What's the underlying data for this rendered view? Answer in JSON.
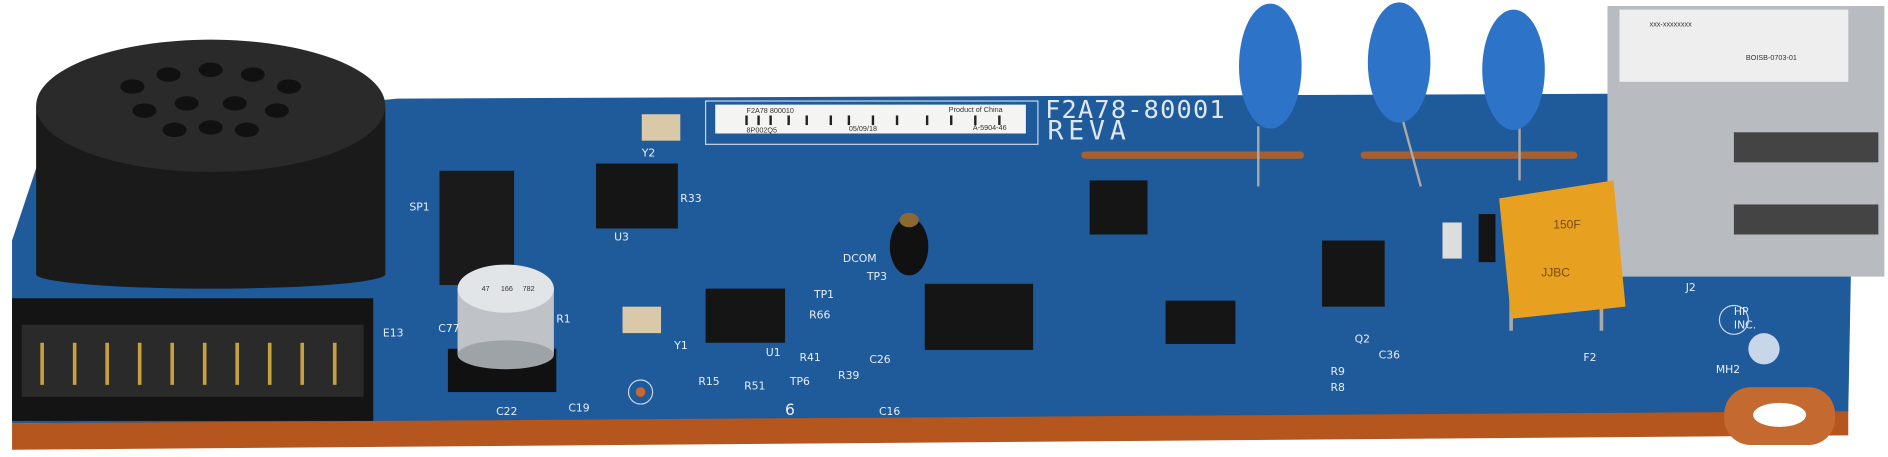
{
  "board": {
    "part_number": "F2A78-80001",
    "revision": "REVA",
    "colors": {
      "pcb": "#1f5a9a",
      "edge": "#b5561f",
      "varistor": "#2d74c8",
      "fuse": "#e8a020"
    }
  },
  "barcode_label": {
    "part": "F2A78 800010",
    "origin": "Product of China",
    "serial": "8P002Q5",
    "date": "05/09/18",
    "code": "A-5904-46"
  },
  "capacitor_marking": [
    "47",
    "166",
    "782"
  ],
  "fuse_marking": [
    "150F",
    "JJBC"
  ],
  "jack_label": [
    "xxx-xxxxxxxx",
    "BOISB-0703-01"
  ],
  "silkscreen": {
    "sp1": "SP1",
    "hp": "HP",
    "inc": "INC.",
    "mh2": "MH2",
    "j2": "J2",
    "f2": "F2",
    "c22": "C22",
    "c19": "C19",
    "c16": "C16",
    "r15": "R15",
    "u1": "U1",
    "u3": "U3",
    "tp1": "TP1",
    "y1": "Y1",
    "e13": "E13",
    "r1": "R1",
    "c77": "C77",
    "dcom": "DCOM",
    "tp3": "TP3",
    "r8": "R8",
    "r9": "R9",
    "q2": "Q2",
    "c36": "C36",
    "six": "6",
    "y2": "Y2",
    "r33": "R33",
    "r66": "R66",
    "r41": "R41",
    "c26": "C26",
    "r39": "R39",
    "tp6": "TP6",
    "r51": "R51"
  }
}
